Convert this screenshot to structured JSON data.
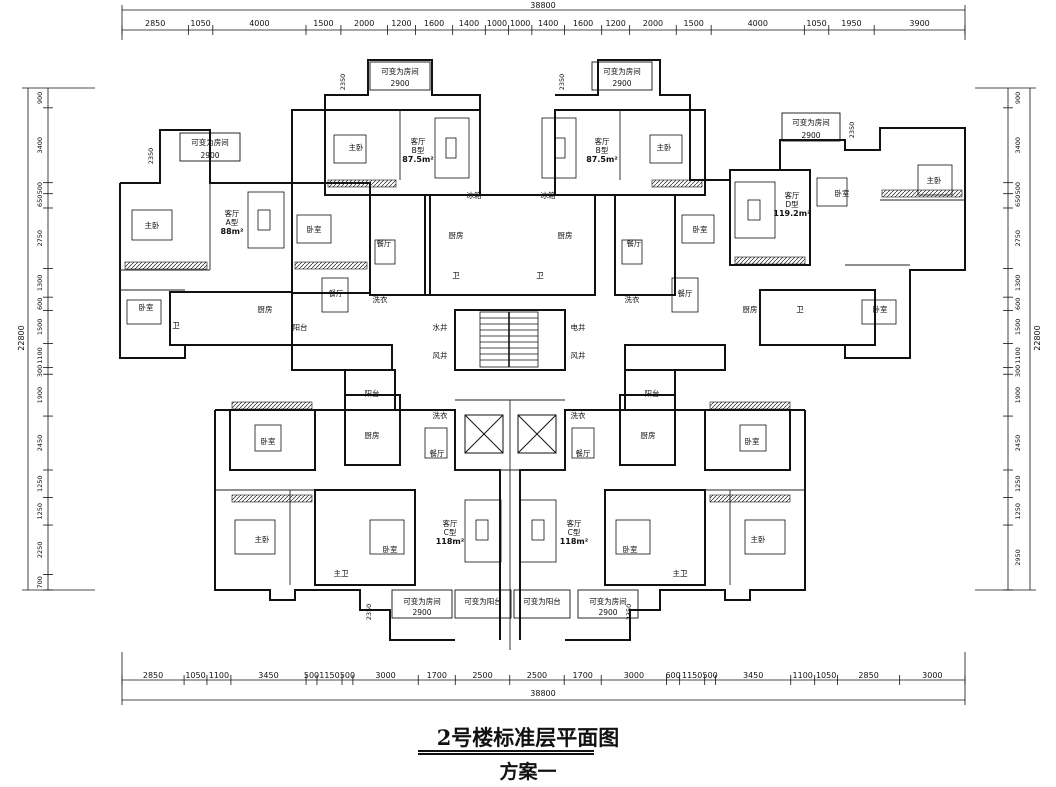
{
  "drawing": {
    "title": "2号楼标准层平面图",
    "subtitle": "方案一"
  },
  "dimensions": {
    "top_total": "38800",
    "top_segments": [
      "2850",
      "1050",
      "4000",
      "1500",
      "2000",
      "1200",
      "1600",
      "1400",
      "1000",
      "1000",
      "1400",
      "1600",
      "1200",
      "2000",
      "1500",
      "4000",
      "1050",
      "1950",
      "3900"
    ],
    "bottom_total": "38800",
    "bottom_segments": [
      "2850",
      "1050",
      "1100",
      "3450",
      "500",
      "1150",
      "500",
      "3000",
      "1700",
      "2500",
      "2500",
      "1700",
      "3000",
      "600",
      "1150",
      "500",
      "3450",
      "1100",
      "1050",
      "2850",
      "3000"
    ],
    "left_total": "22800",
    "left_segments": [
      "900",
      "3400",
      "500",
      "650",
      "2750",
      "1300",
      "600",
      "1500",
      "1100",
      "300",
      "1900",
      "2450",
      "1250",
      "1250",
      "2250",
      "700"
    ],
    "right_total": "22800",
    "right_segments": [
      "900",
      "3400",
      "500",
      "650",
      "2750",
      "1300",
      "600",
      "1500",
      "1100",
      "300",
      "1900",
      "2450",
      "1250",
      "1250",
      "2950"
    ]
  },
  "annotations": {
    "bay_2900": "2900",
    "bay_2350": "2350",
    "flex_room": "可变为房间",
    "flex_balcony": "可变为阳台"
  },
  "rooms": {
    "master_bedroom": "主卧",
    "bedroom": "卧室",
    "living": "客厅",
    "dining": "餐厅",
    "kitchen": "厨房",
    "bath": "卫",
    "master_bath": "主卫",
    "balcony": "阳台",
    "fridge": "冰箱",
    "wash": "洗衣",
    "water_well": "水井",
    "wind_well": "风井",
    "elec_well": "电井"
  },
  "units": {
    "a": {
      "label": "客厅",
      "type": "A型",
      "area": "88m²"
    },
    "b_left": {
      "label": "客厅",
      "type": "B型",
      "area": "87.5m²"
    },
    "b_right": {
      "label": "客厅",
      "type": "B型",
      "area": "87.5m²"
    },
    "d": {
      "label": "客厅",
      "type": "D型",
      "area": "119.2m²"
    },
    "c_left": {
      "label": "客厅",
      "type": "C型",
      "area": "118m²"
    },
    "c_right": {
      "label": "客厅",
      "type": "C型",
      "area": "118m²"
    }
  }
}
